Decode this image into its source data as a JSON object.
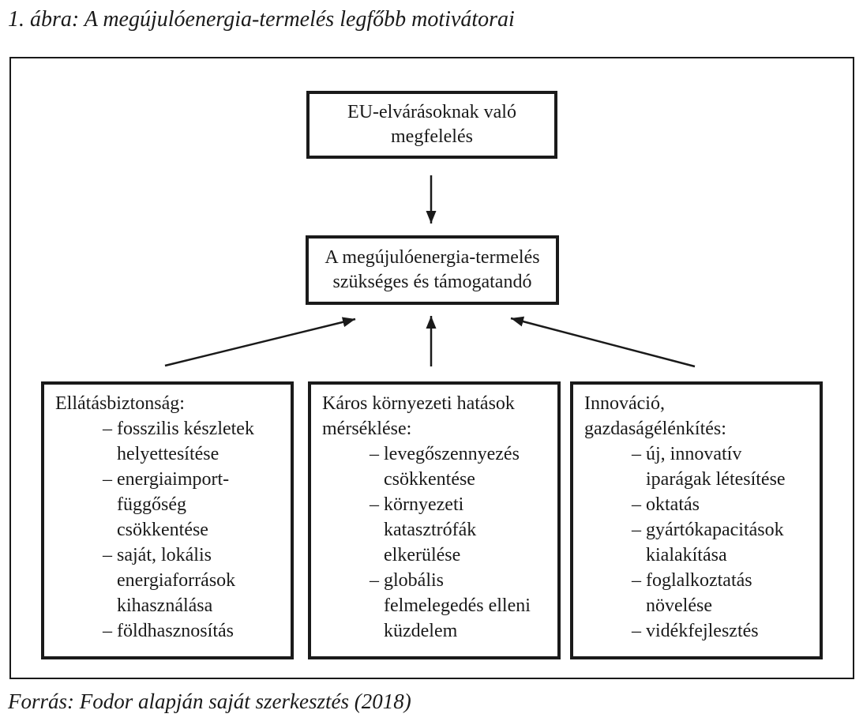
{
  "figure": {
    "title": "1. ábra: A megújulóenergia-termelés legfőbb motivátorai",
    "source": "Forrás: Fodor alapján saját szerkesztés (2018)"
  },
  "diagram": {
    "top_box": {
      "text": "EU-elvárásoknak való\nmegfelelés"
    },
    "center_box": {
      "text": "A megújulóenergia-termelés\nszükséges és támogatandó"
    },
    "bottom_boxes": [
      {
        "header": "Ellátásbiztonság:",
        "items": [
          "– fosszilis készletek\nhelyettesítése",
          "– energiaimport-\nfüggőség\ncsökkentése",
          "– saját, lokális\nenergiaforrások\nkihasználása",
          "– földhasznosítás"
        ]
      },
      {
        "header": "Káros környezeti hatások\nmérséklése:",
        "items": [
          "– levegőszennyezés\ncsökkentése",
          "– környezeti\nkatasztrófák\nelkerülése",
          "– globális\nfelmelegedés elleni\nküzdelem"
        ]
      },
      {
        "header": "Innováció,\ngazdaságélénkítés:",
        "items": [
          "– új, innovatív\niparágak létesítése",
          "– oktatás",
          "– gyártókapacitások\nkialakítása",
          "– foglalkoztatás\nnövelése",
          "– vidékfejlesztés"
        ]
      }
    ]
  },
  "colors": {
    "text": "#1a1a1a",
    "border": "#1a1a1a",
    "background": "#ffffff"
  }
}
